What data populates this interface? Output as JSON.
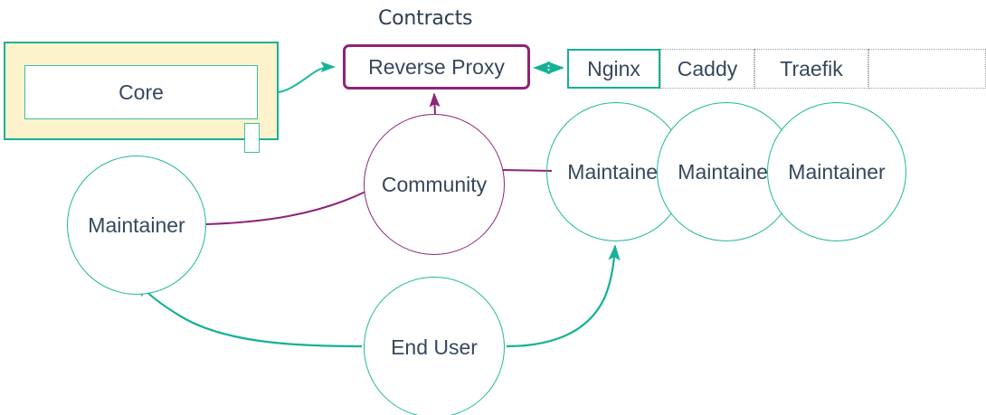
{
  "diagram": {
    "title": "Contracts",
    "colors": {
      "teal": "#16b196",
      "teal_line": "#1fb99b",
      "purple": "#8e2478",
      "text": "#36485c",
      "title_text": "#2e3d4e",
      "group_fill": "#fcf3cd",
      "dotted_border": "#9aa0a6",
      "background": "#ffffff"
    },
    "nodes": {
      "core_group": {
        "label": "",
        "kind": "group-box"
      },
      "core": {
        "label": "Core",
        "kind": "rect"
      },
      "reverse_proxy": {
        "label": "Reverse Proxy",
        "kind": "rounded-rect"
      },
      "community": {
        "label": "Community",
        "kind": "circle"
      },
      "end_user": {
        "label": "End User",
        "kind": "circle"
      },
      "maintainer_left": {
        "label": "Maintainer",
        "kind": "circle"
      },
      "maintainer_a": {
        "label": "Maintainer",
        "kind": "circle"
      },
      "maintainer_b": {
        "label": "Maintainer",
        "kind": "circle"
      },
      "maintainer_c": {
        "label": "Maintainer",
        "kind": "circle"
      }
    },
    "implementations": [
      {
        "label": "Nginx",
        "selected": true
      },
      {
        "label": "Caddy",
        "selected": false
      },
      {
        "label": "Traefik",
        "selected": false
      },
      {
        "label": "",
        "selected": false
      }
    ],
    "edges": [
      {
        "from": "core",
        "to": "reverse_proxy",
        "style": "curved-arrow",
        "color": "teal",
        "arrows": "end"
      },
      {
        "from": "reverse_proxy",
        "to": "nginx",
        "style": "straight",
        "color": "teal",
        "arrows": "both"
      },
      {
        "from": "community",
        "to": "reverse_proxy",
        "style": "straight-arrow",
        "color": "purple",
        "arrows": "end"
      },
      {
        "from": "maintainer_left",
        "to": "community",
        "style": "curved-link",
        "color": "purple",
        "arrows": "none"
      },
      {
        "from": "community",
        "to": "maintainer_a",
        "style": "link",
        "color": "purple",
        "arrows": "none"
      },
      {
        "from": "end_user",
        "to": "maintainer_left",
        "style": "curved-arrow",
        "color": "teal",
        "arrows": "end"
      },
      {
        "from": "end_user",
        "to": "maintainer_a",
        "style": "curved-arrow",
        "color": "teal",
        "arrows": "end"
      }
    ]
  }
}
